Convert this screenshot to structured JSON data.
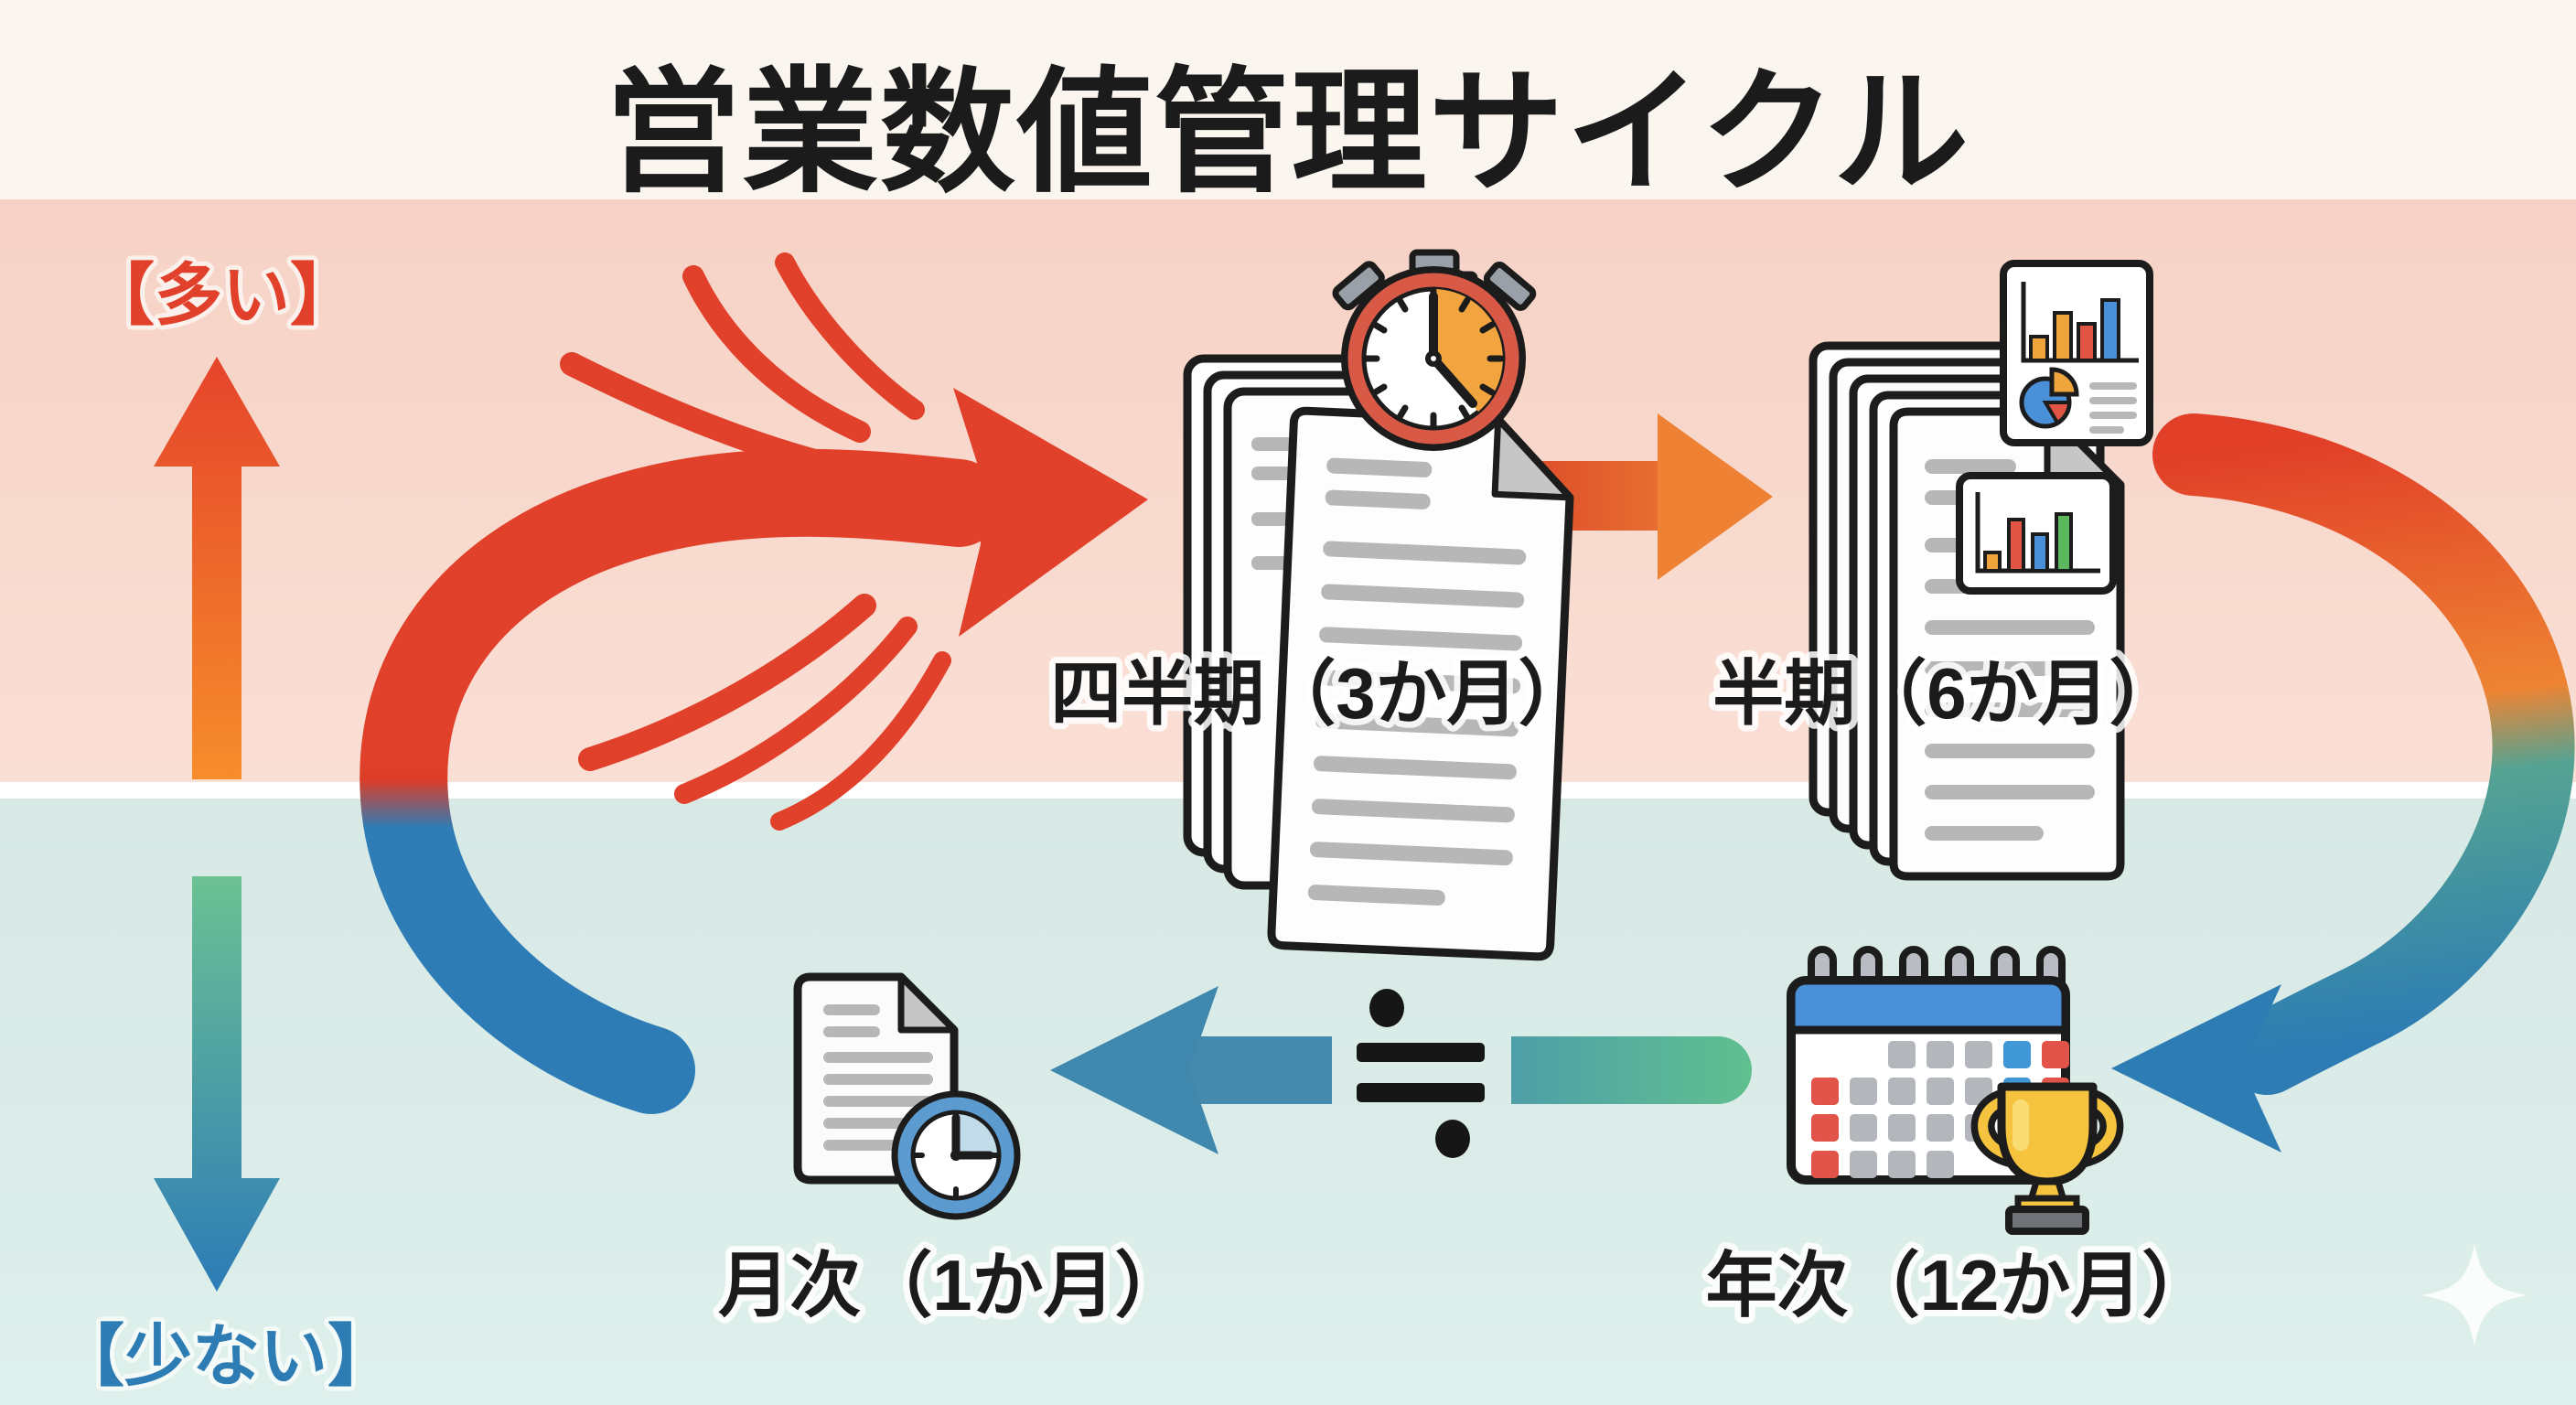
{
  "title": "営業数値管理サイクル",
  "legend": {
    "high_label": "【多い】",
    "low_label": "【少ない】"
  },
  "stages": [
    {
      "name": "quarterly",
      "label": "四半期（3か月）",
      "icons": [
        "documents-stack-icon",
        "stopwatch-icon"
      ]
    },
    {
      "name": "half-year",
      "label": "半期（6か月）",
      "icons": [
        "documents-stack-icon",
        "report-bar-pie-icon",
        "report-bar-chart-icon"
      ]
    },
    {
      "name": "annual",
      "label": "年次（12か月）",
      "icons": [
        "calendar-icon",
        "trophy-icon"
      ]
    },
    {
      "name": "monthly",
      "label": "月次（1か月）",
      "icons": [
        "document-icon",
        "clock-icon"
      ]
    }
  ],
  "flow": {
    "cycle_order": "四半期 → 半期 → 年次 → 月次 → 四半期",
    "divide_symbol": "≑"
  },
  "colors": {
    "ink": "#1b1b1b",
    "red_accent": "#e1402a",
    "orange_accent": "#ee8433",
    "blue_accent": "#2e7cb4",
    "teal_accent": "#55a392",
    "green_accent": "#5fbd92",
    "cream_band": "#faf6ef",
    "pink_band": "#f8d9cd",
    "blue_band": "#dcece8",
    "calendar_blue": "#4a90d9",
    "chart_orange": "#f0a43c",
    "chart_red": "#e05545",
    "chart_green": "#5cb85c",
    "trophy_gold": "#f5c33e"
  }
}
